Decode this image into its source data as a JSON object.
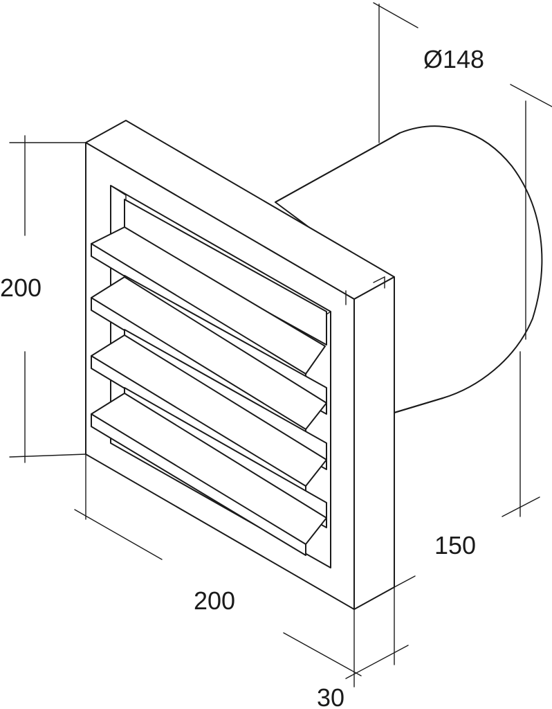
{
  "drawing": {
    "dimensions": {
      "diameter": "Ø148",
      "height": "200",
      "width": "200",
      "duct_length": "150",
      "frame_depth": "30"
    },
    "colors": {
      "line": "#1a1a1a",
      "background": "#ffffff"
    }
  }
}
